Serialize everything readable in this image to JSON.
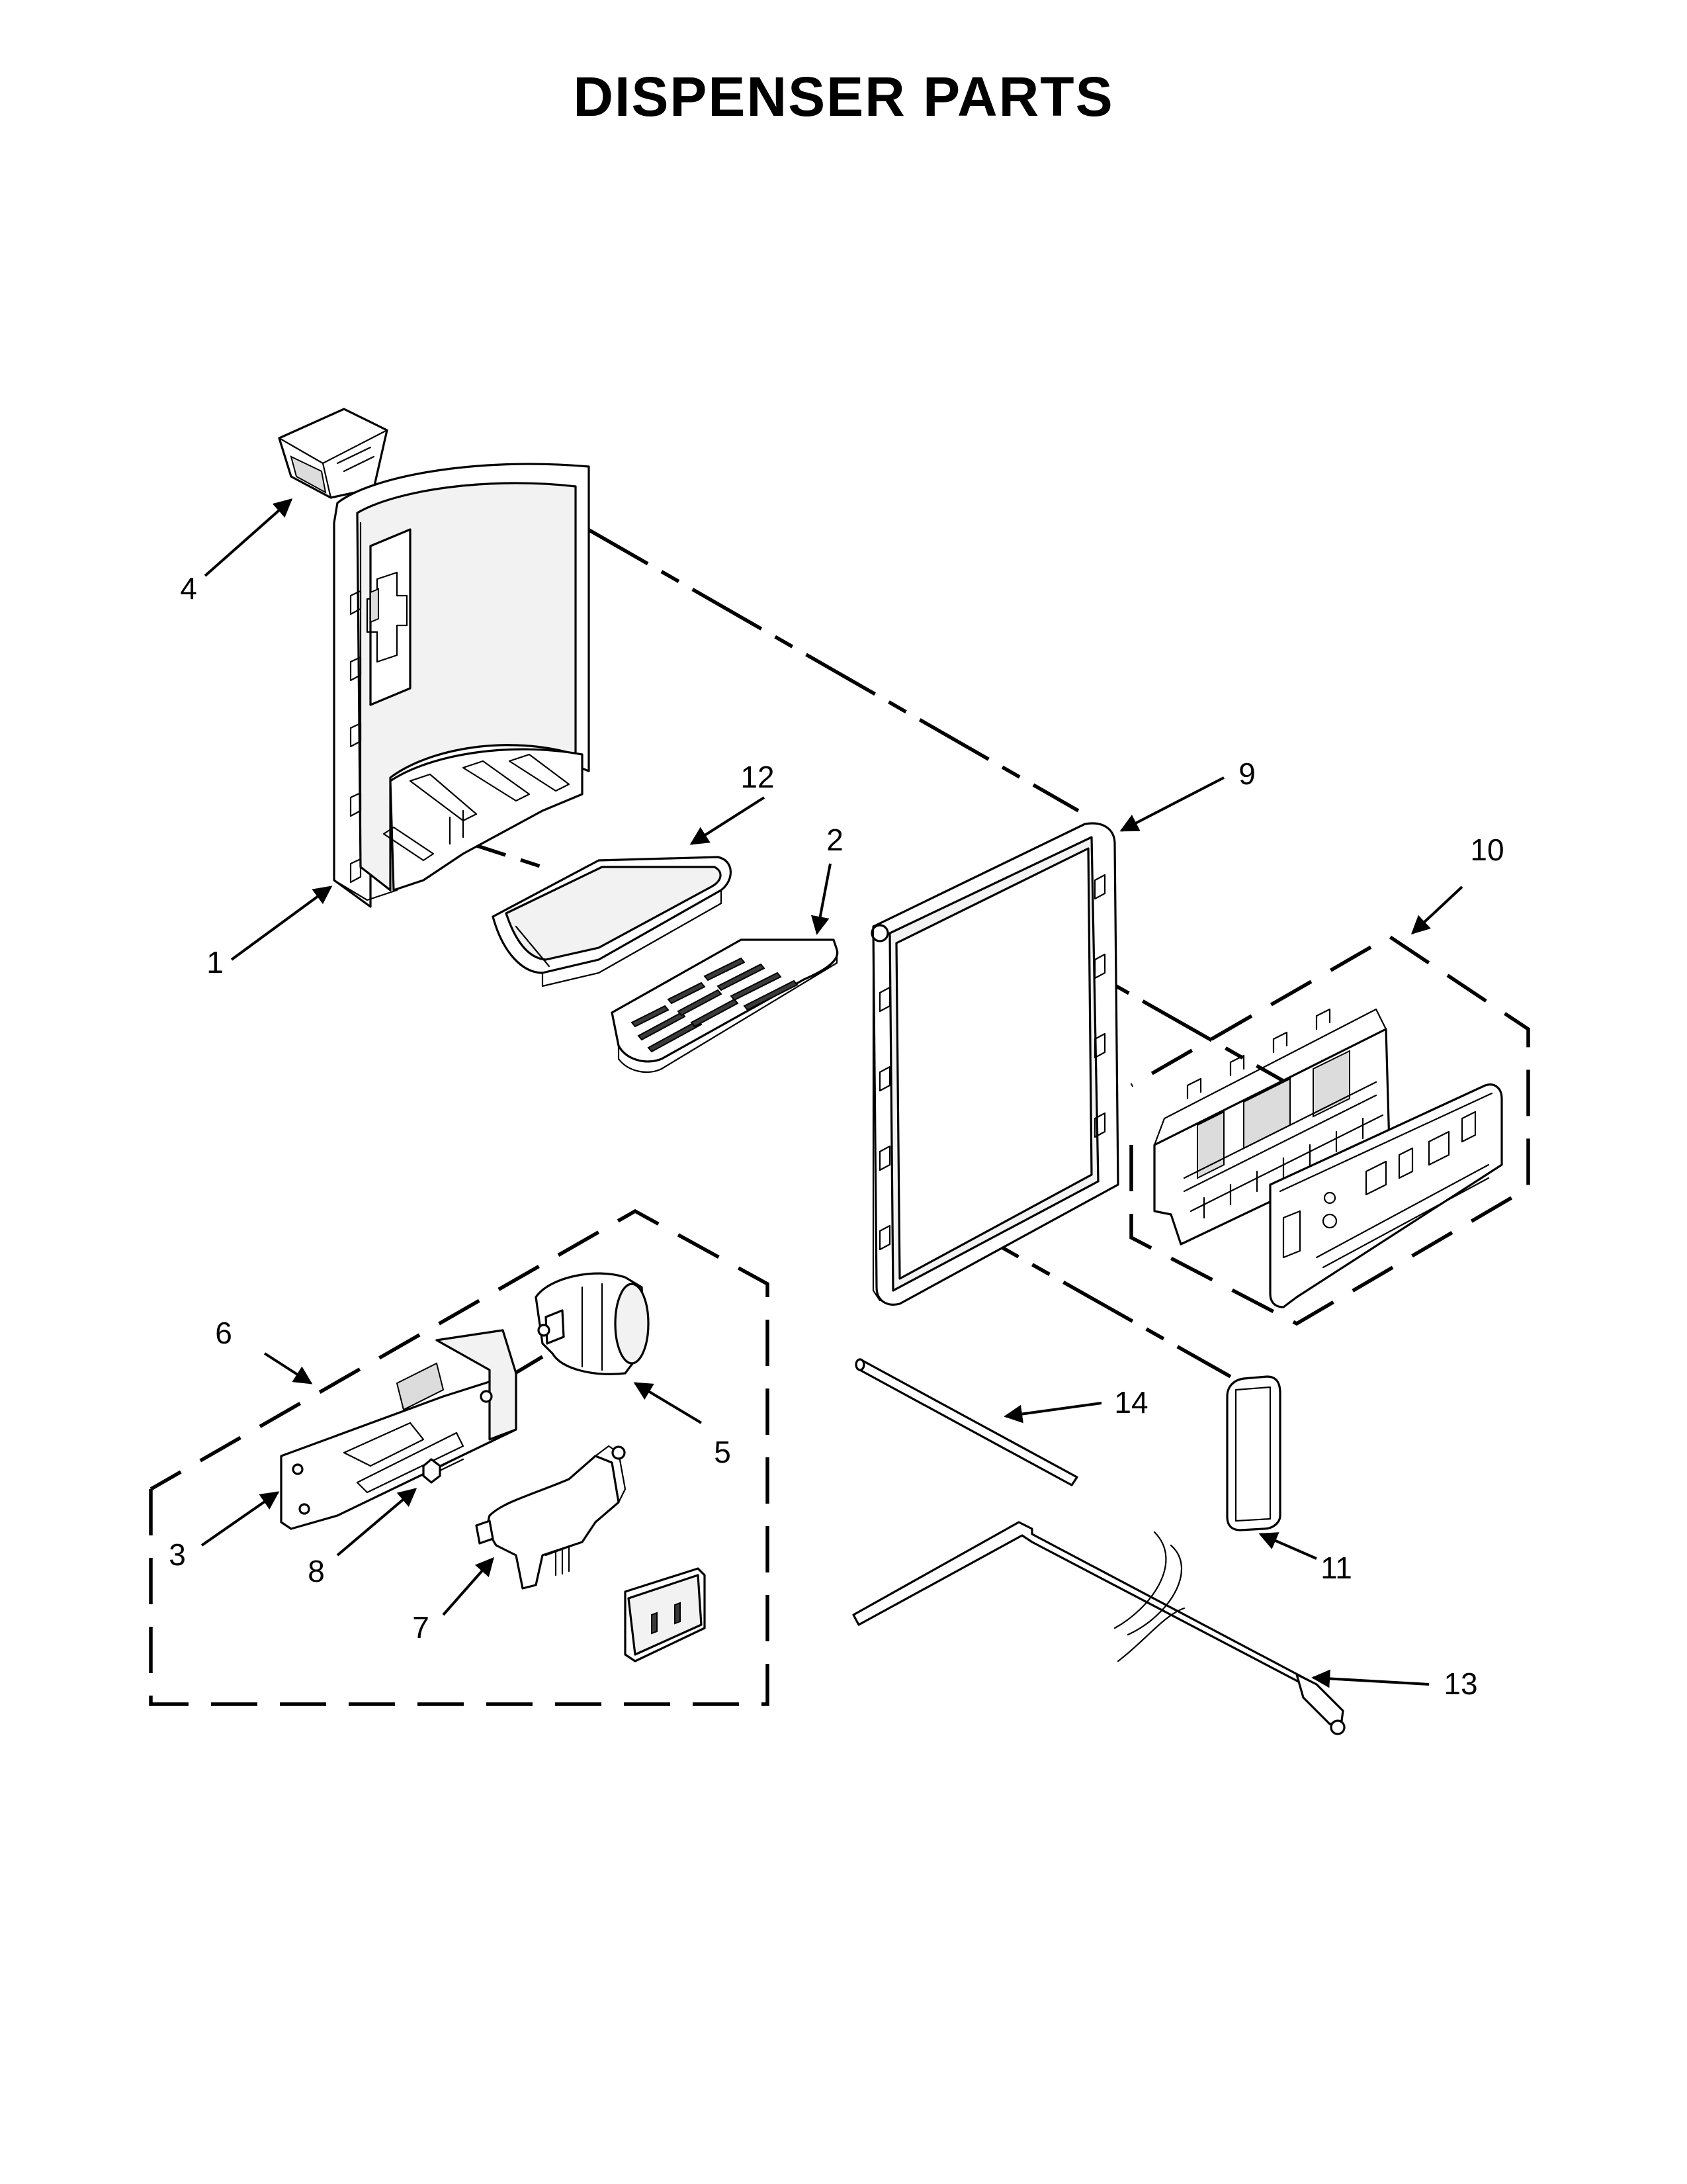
{
  "title": "DISPENSER PARTS",
  "callouts": {
    "c1": "1",
    "c2": "2",
    "c3": "3",
    "c4": "4",
    "c5": "5",
    "c6": "6",
    "c7": "7",
    "c8": "8",
    "c9": "9",
    "c10": "10",
    "c11": "11",
    "c12": "12",
    "c13": "13",
    "c14": "14"
  },
  "colors": {
    "ink": "#000000",
    "paper": "#ffffff"
  }
}
